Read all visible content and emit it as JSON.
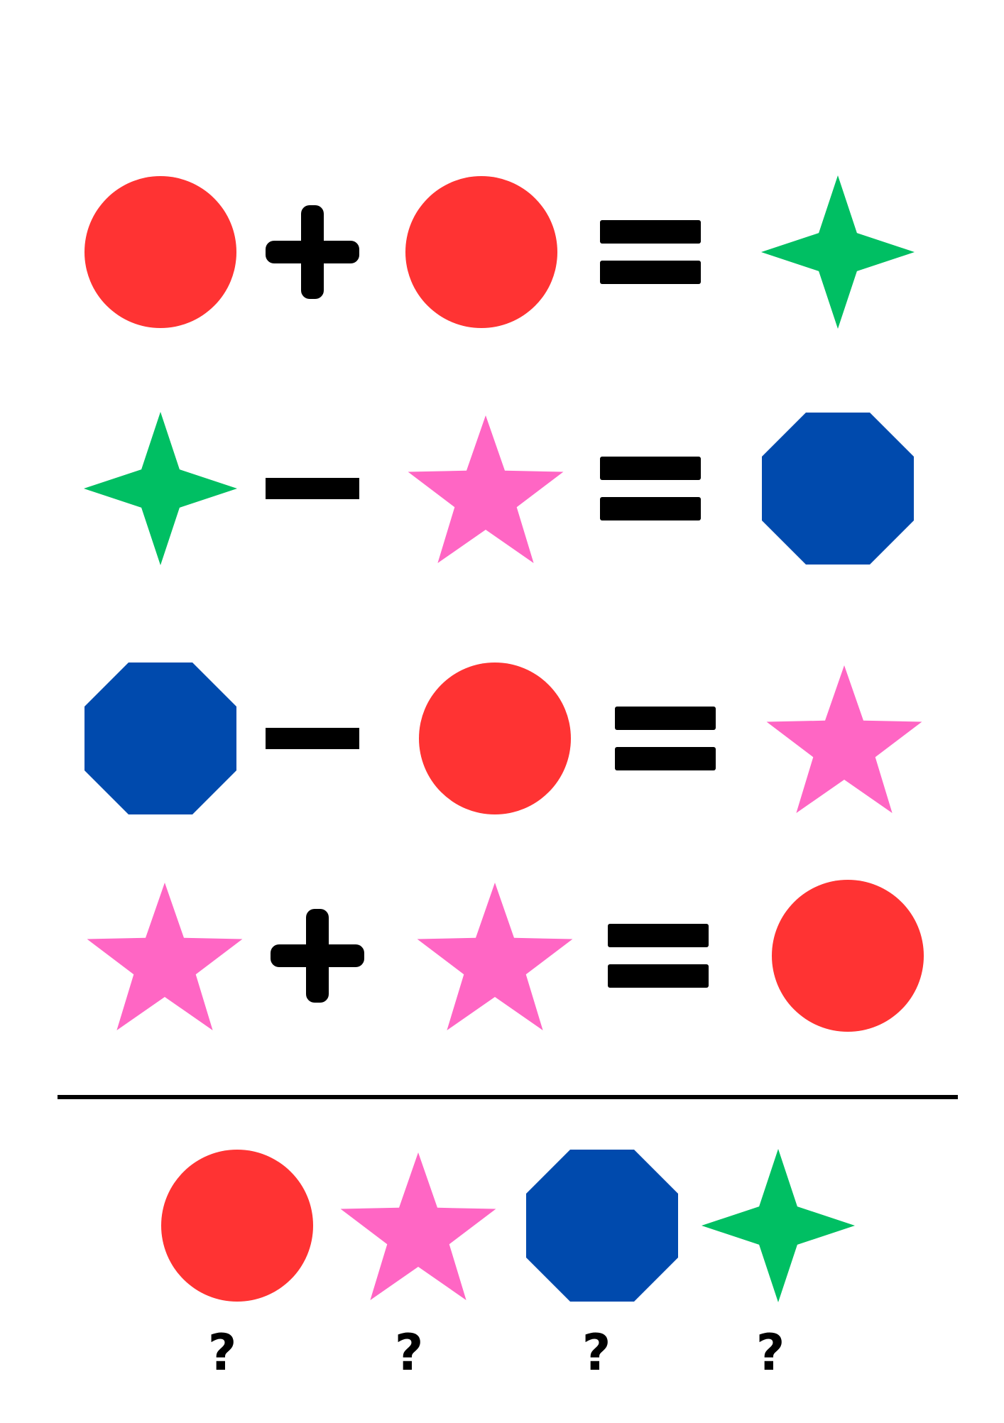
{
  "colors": {
    "circle": "#FF3333",
    "four_point_star": "#00BF63",
    "star": "#FF66C4",
    "octagon": "#004AAD",
    "operator": "#000000",
    "divider": "#000000",
    "background": "#FFFFFF"
  },
  "equations": [
    {
      "left": "circle",
      "op": "+",
      "right": "circle",
      "equals": "=",
      "result": "four_point_star"
    },
    {
      "left": "four_point_star",
      "op": "−",
      "right": "star",
      "equals": "=",
      "result": "octagon"
    },
    {
      "left": "octagon",
      "op": "−",
      "right": "circle",
      "equals": "=",
      "result": "star"
    },
    {
      "left": "star",
      "op": "+",
      "right": "star",
      "equals": "=",
      "result": "circle"
    }
  ],
  "answers": [
    {
      "shape": "circle",
      "label": "?"
    },
    {
      "shape": "star",
      "label": "?"
    },
    {
      "shape": "octagon",
      "label": "?"
    },
    {
      "shape": "four_point_star",
      "label": "?"
    }
  ]
}
